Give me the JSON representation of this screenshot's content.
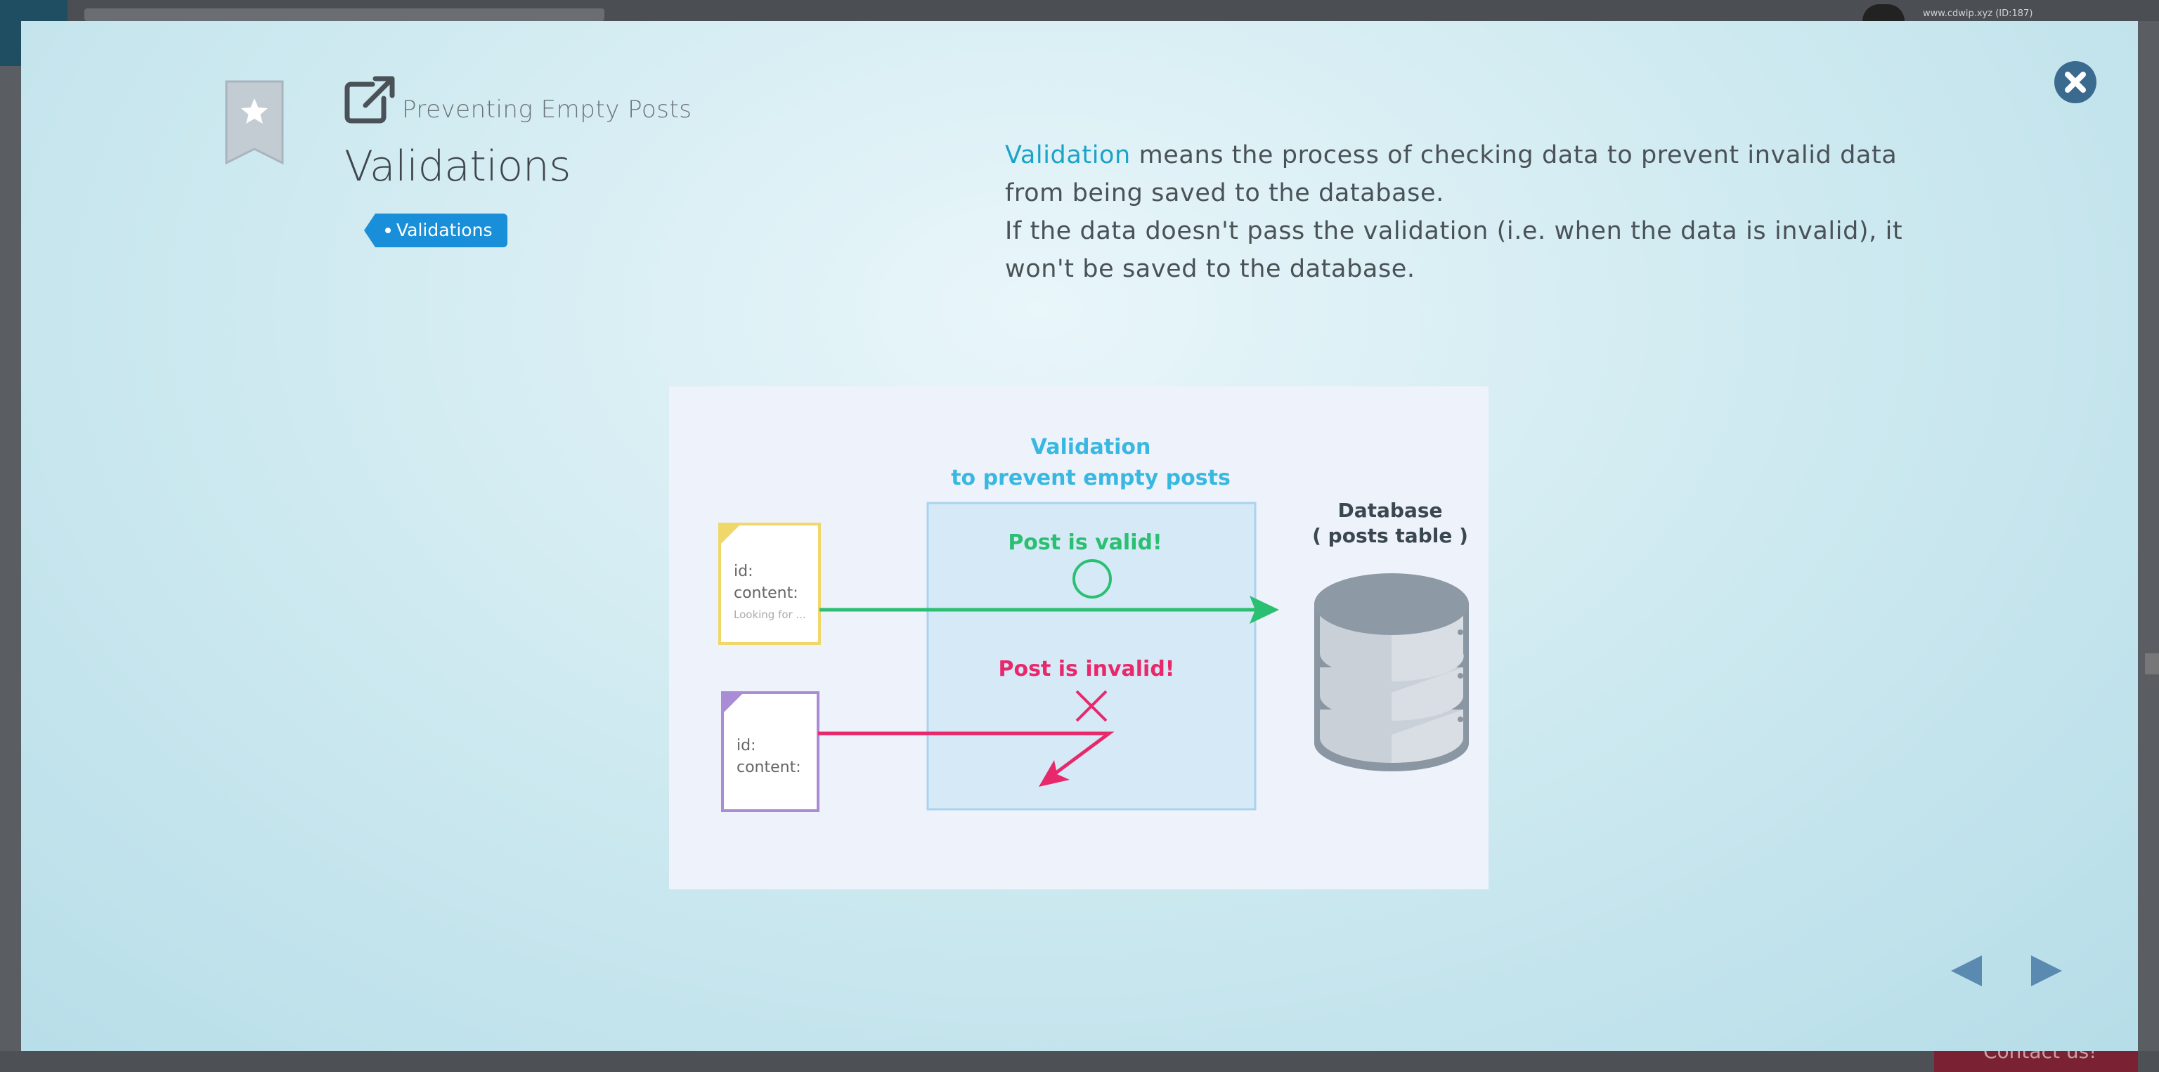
{
  "background_page": {
    "user_text": "www.cdwip.xyz (ID:187)",
    "contact_button": "Contact us!"
  },
  "modal": {
    "subtitle": "Preventing Empty Posts",
    "title": "Validations",
    "tag": "Validations",
    "description": {
      "keyword": "Validation",
      "line1_rest": " means the process of checking data to prevent invalid data from being saved to the database.",
      "line2": "If the data doesn't pass the validation (i.e. when the data is invalid), it won't be saved to the database."
    },
    "figure": {
      "heading_line1": "Validation",
      "heading_line2": "to prevent empty posts",
      "valid_label": "Post is valid!",
      "invalid_label": "Post is invalid!",
      "db_label_line1": "Database",
      "db_label_line2": "( posts table )",
      "doc_valid": {
        "id_label": "id:",
        "content_label": "content:",
        "content_value": "Looking for ..."
      },
      "doc_invalid": {
        "id_label": "id:",
        "content_label": "content:"
      }
    },
    "icons": {
      "bookmark": "bookmark-star-icon",
      "external": "external-link-icon",
      "close": "close-icon",
      "prev": "prev-arrow-icon",
      "next": "next-arrow-icon"
    },
    "colors": {
      "accent": "#1aa3c8",
      "tag": "#1a8fd9",
      "valid": "#2bbf72",
      "invalid": "#e8286a",
      "close": "#3a6a8e"
    }
  }
}
